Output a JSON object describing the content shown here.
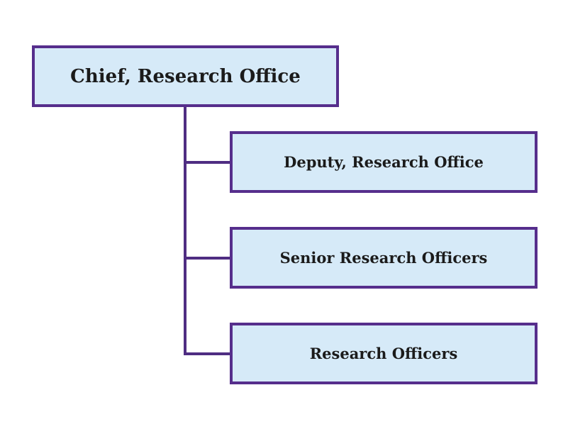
{
  "diagram": {
    "type": "org-chart",
    "colors": {
      "box_fill": "#d6eaf8",
      "box_border": "#562e8c",
      "connector_color": "#4f2d82",
      "text_color": "#1b1b1b"
    },
    "root": {
      "label": "Chief, Research Office"
    },
    "children": [
      {
        "label": "Deputy, Research Office"
      },
      {
        "label": "Senior Research Officers"
      },
      {
        "label": "Research Officers"
      }
    ]
  }
}
